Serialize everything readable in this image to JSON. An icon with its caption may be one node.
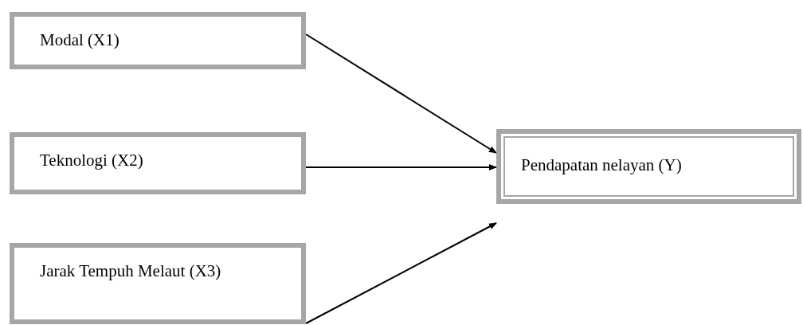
{
  "diagram": {
    "nodes": [
      {
        "text": [
          "Modal (X1)"
        ]
      },
      {
        "text": [
          "Teknologi (X2)"
        ]
      },
      {
        "text": [
          "Jarak Tempuh Melaut (X3)"
        ]
      },
      {
        "text": [
          "Pendapatan nelayan (Y)"
        ]
      }
    ],
    "edges": [
      {
        "from": 0,
        "to": 3,
        "arrow": "to"
      },
      {
        "from": 1,
        "to": 3,
        "arrow": "to"
      },
      {
        "from": 2,
        "to": 3,
        "arrow": "to"
      }
    ]
  }
}
